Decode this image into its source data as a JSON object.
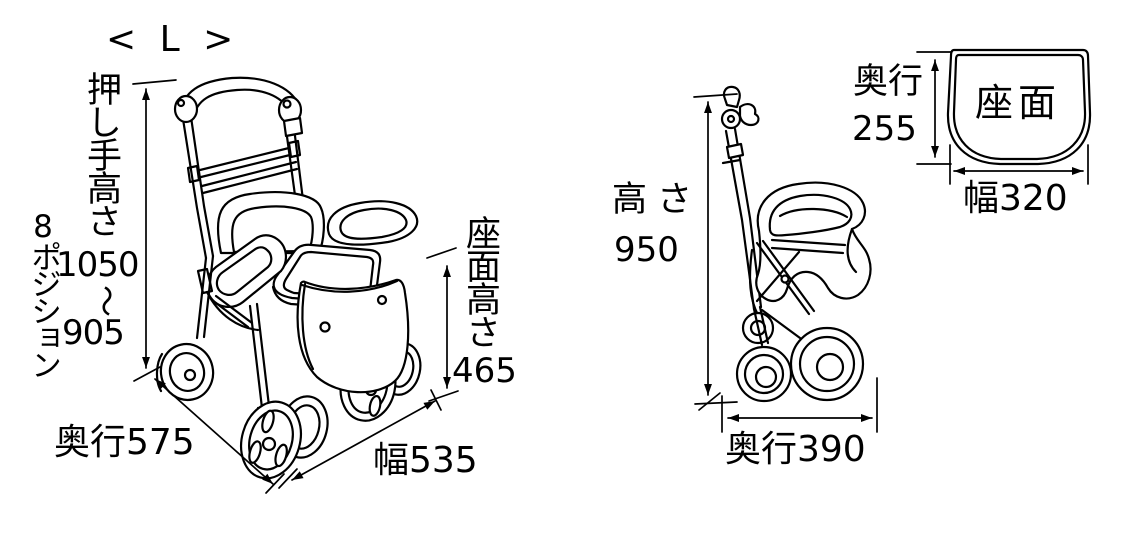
{
  "canvas": {
    "background": "#ffffff",
    "line_color": "#000000"
  },
  "left_view": {
    "variant_label": "< L >",
    "handle_height": {
      "label": "押し手高さ",
      "max": "1050",
      "range_separator": "〜",
      "min": "905"
    },
    "positions_note": "8ポジション",
    "seat_height": {
      "label": "座面高さ",
      "value": "465"
    },
    "depth_label": "奥行575",
    "width_label": "幅535"
  },
  "folded_view": {
    "height": {
      "label": "高さ",
      "value": "950"
    },
    "depth_label": "奥行390"
  },
  "seat_top_view": {
    "surface_label": "座面",
    "depth": {
      "label": "奥行",
      "value": "255"
    },
    "width_label": "幅320"
  }
}
